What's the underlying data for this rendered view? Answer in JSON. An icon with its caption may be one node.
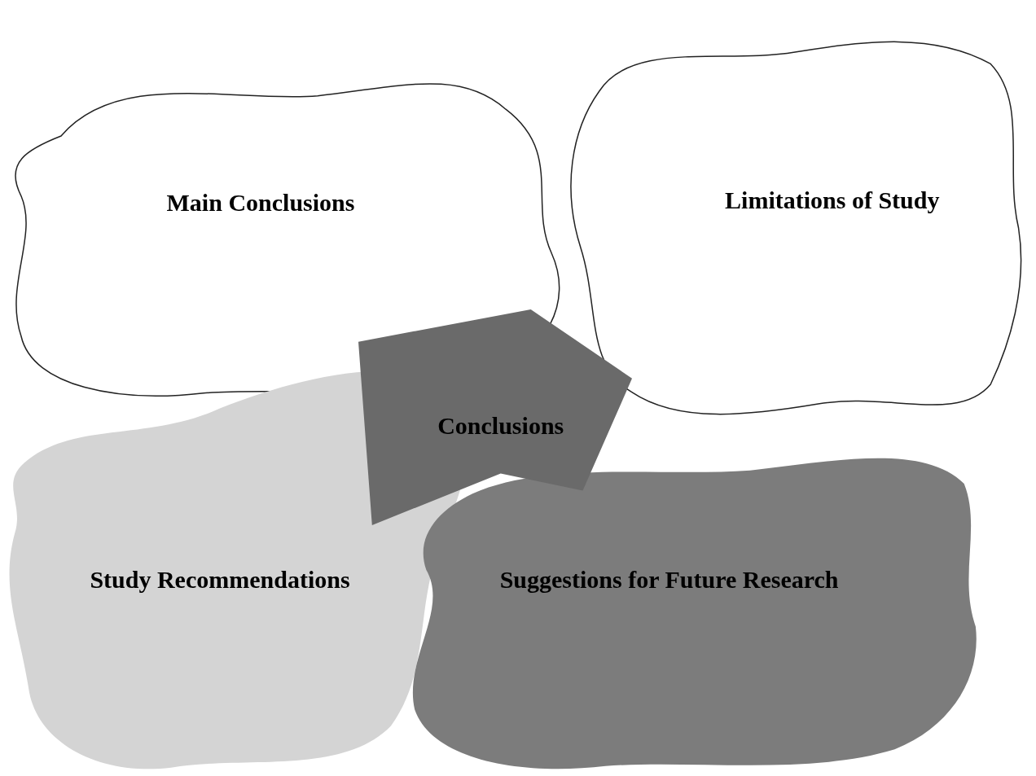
{
  "diagram": {
    "nodes": [
      {
        "text": [
          "Main Conclusions"
        ]
      },
      {
        "text": [
          "Limitations of Study"
        ]
      },
      {
        "text": [
          "Conclusions"
        ]
      },
      {
        "text": [
          "Study Recommendations"
        ]
      },
      {
        "text": [
          "Suggestions for Future Research"
        ]
      }
    ]
  }
}
